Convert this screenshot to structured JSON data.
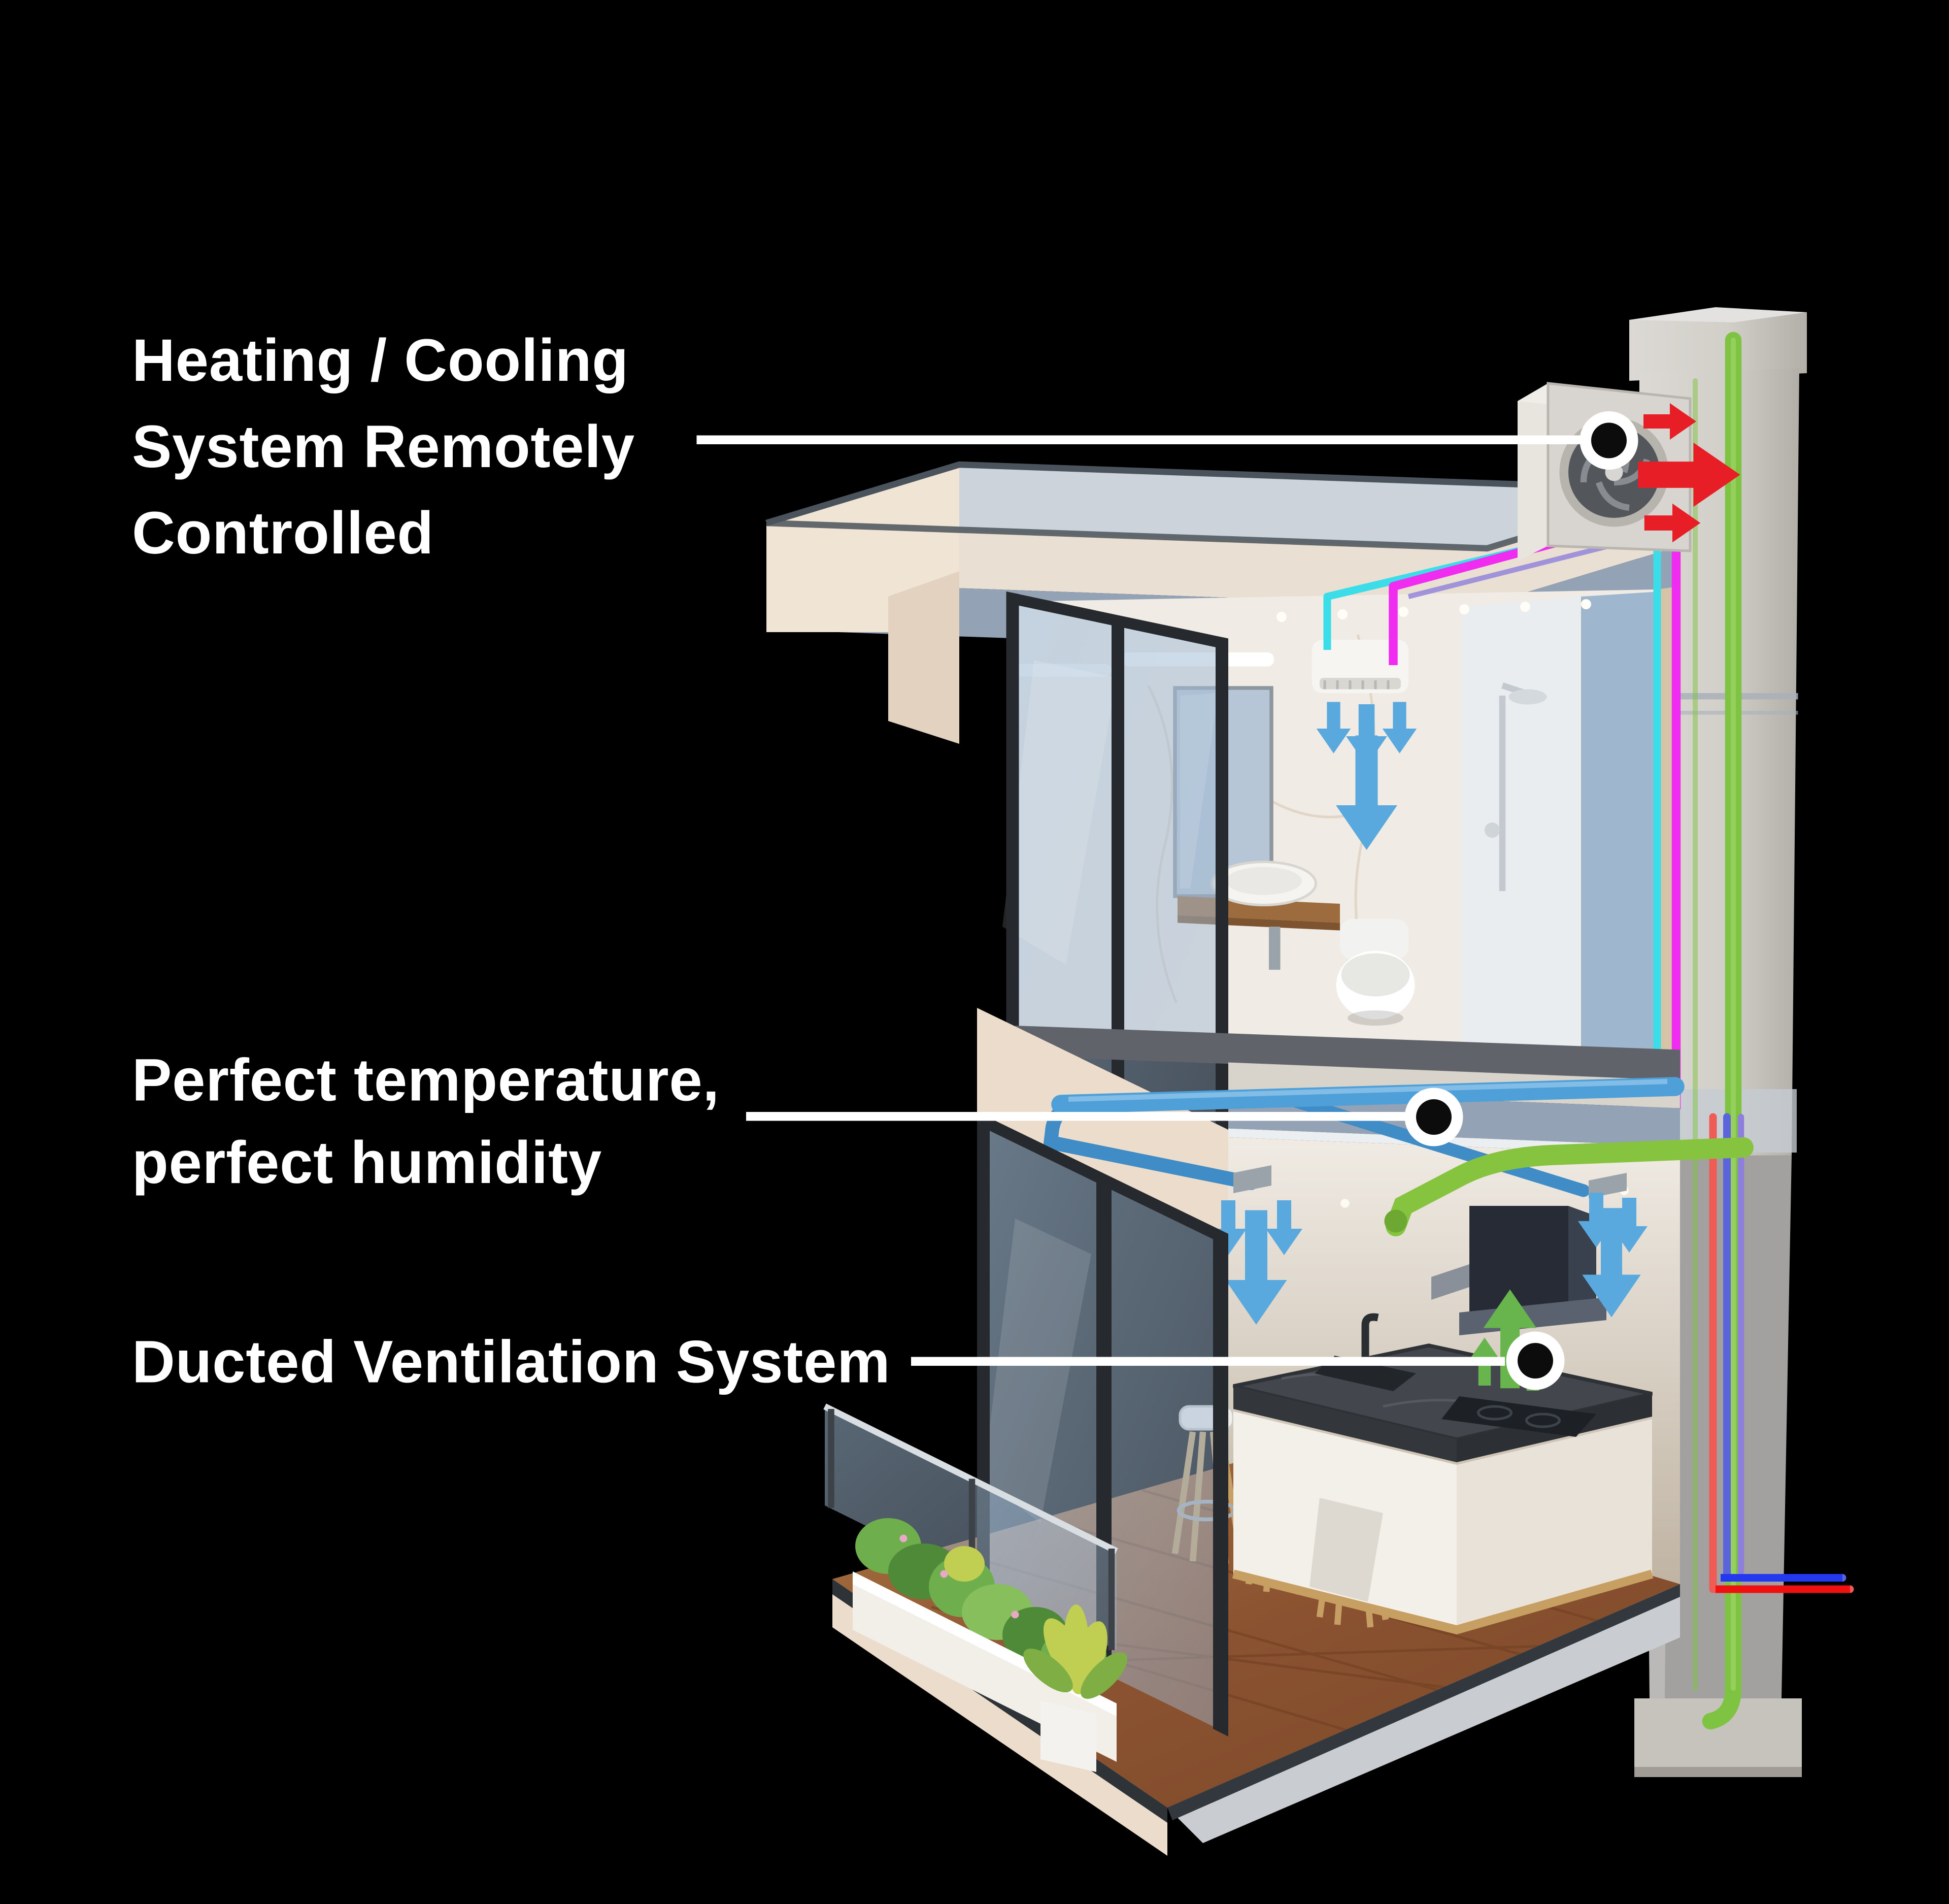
{
  "figure": {
    "type": "annotated-3d-cutaway-diagram",
    "background": "#000000",
    "annotations": [
      {
        "id": "heating-cooling",
        "label": "Heating / Cooling\nSystem Remotely\nControlled",
        "marker": "heat-pump-marker"
      },
      {
        "id": "perfect-climate",
        "label": "Perfect temperature,\nperfect humidity",
        "marker": "floor-duct-marker"
      },
      {
        "id": "ducted-ventilation",
        "label": "Ducted Ventilation System",
        "marker": "kitchen-vent-marker"
      }
    ],
    "colors": {
      "label-text": "#ffffff",
      "leader-line": "#ffffff",
      "marker-ring": "#ffffff",
      "marker-core": "#0c0c0c",
      "arrow-red": "#e71e25",
      "arrow-blue": "#5aa9de",
      "arrow-green": "#67b54c",
      "pipe-cyan": "#3bdde9",
      "pipe-magenta": "#ef2cf0",
      "pipe-green": "#7ec342",
      "pipe-red": "#ee5c55",
      "pipe-blue": "#5b64da",
      "pipe-purple": "#8e7fdc",
      "exit-red": "#f01010",
      "exit-blue": "#2438f0",
      "duct-blue": "#4f9fd9",
      "duct-blue-dark": "#3f8cc7",
      "duct-green": "#86c440",
      "roof-top": "#ccd3da",
      "roof-cream": "#e9dfd2",
      "roof-band": "#93a2b4",
      "roof-rim": "#4a525b",
      "concrete-cream": "#ecdccb",
      "column-light": "#d2cfc9",
      "column-dark": "#b5b3b1",
      "column-base": "#c6c3bd",
      "glass-tint": "#a9c4dd",
      "glass-pane": "#9fb6cf",
      "frame-dark": "#26292d",
      "wood": "#8a5230",
      "wood-light": "#a8713f",
      "interior-wall": "#f0ebe4",
      "interior-deep": "#bfb3a2",
      "marble-floor": "#60646a",
      "island-top": "#43474d",
      "white-surface": "#f3efe9",
      "white-side": "#e8e2d8",
      "kick-wood": "#c89f63",
      "steel": "#9aa2aa",
      "unit-dark": "#262b36",
      "unit-side": "#39404e",
      "unit-flange": "#5a6270",
      "plant-green": "#6fae4c",
      "plant-deep": "#4f8a38",
      "plant-yellow": "#c0cf52"
    }
  }
}
